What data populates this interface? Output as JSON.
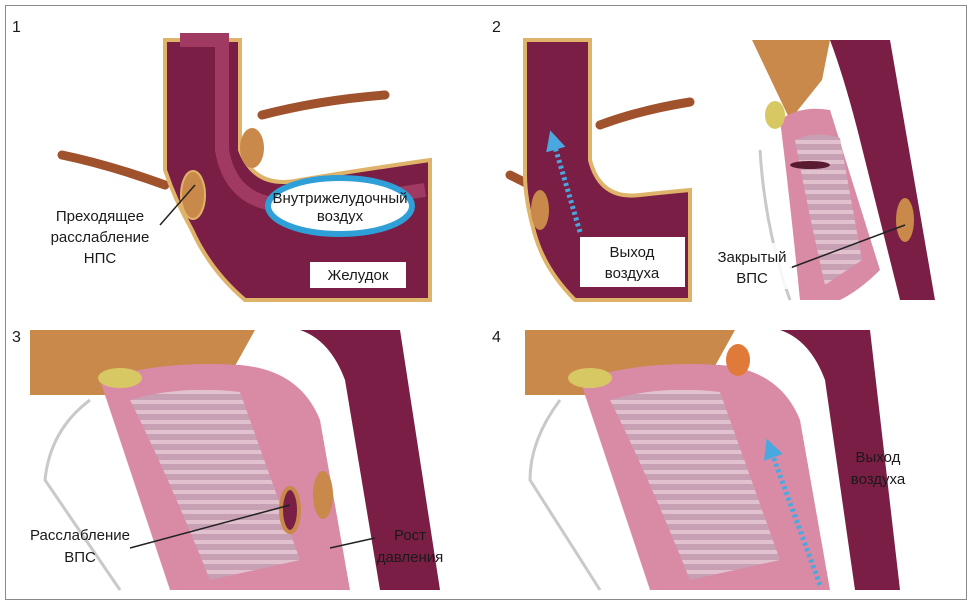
{
  "panels": [
    {
      "number": "1",
      "labels": {
        "lnps_relaxation": [
          "Преходящее",
          "расслабление",
          "НПС"
        ],
        "air_bubble": [
          "Внутрижелудочный",
          "воздух"
        ],
        "stomach": "Желудок"
      }
    },
    {
      "number": "2",
      "labels": {
        "air_exit": [
          "Выход",
          "воздуха"
        ],
        "closed_ups": [
          "Закрытый",
          "ВПС"
        ]
      }
    },
    {
      "number": "3",
      "labels": {
        "ups_relaxation": [
          "Расслабление",
          "ВПС"
        ],
        "pressure_rise": [
          "Рост",
          "давления"
        ]
      }
    },
    {
      "number": "4",
      "labels": {
        "air_exit": [
          "Выход",
          "воздуха"
        ]
      }
    }
  ],
  "colors": {
    "tissue_dark": "#7a1e45",
    "tissue_pink": "#d98aa5",
    "tan": "#c9894a",
    "lumen": "#b4486f",
    "air": "#3aa0dc",
    "bubble_border": "#2f9fd8"
  }
}
